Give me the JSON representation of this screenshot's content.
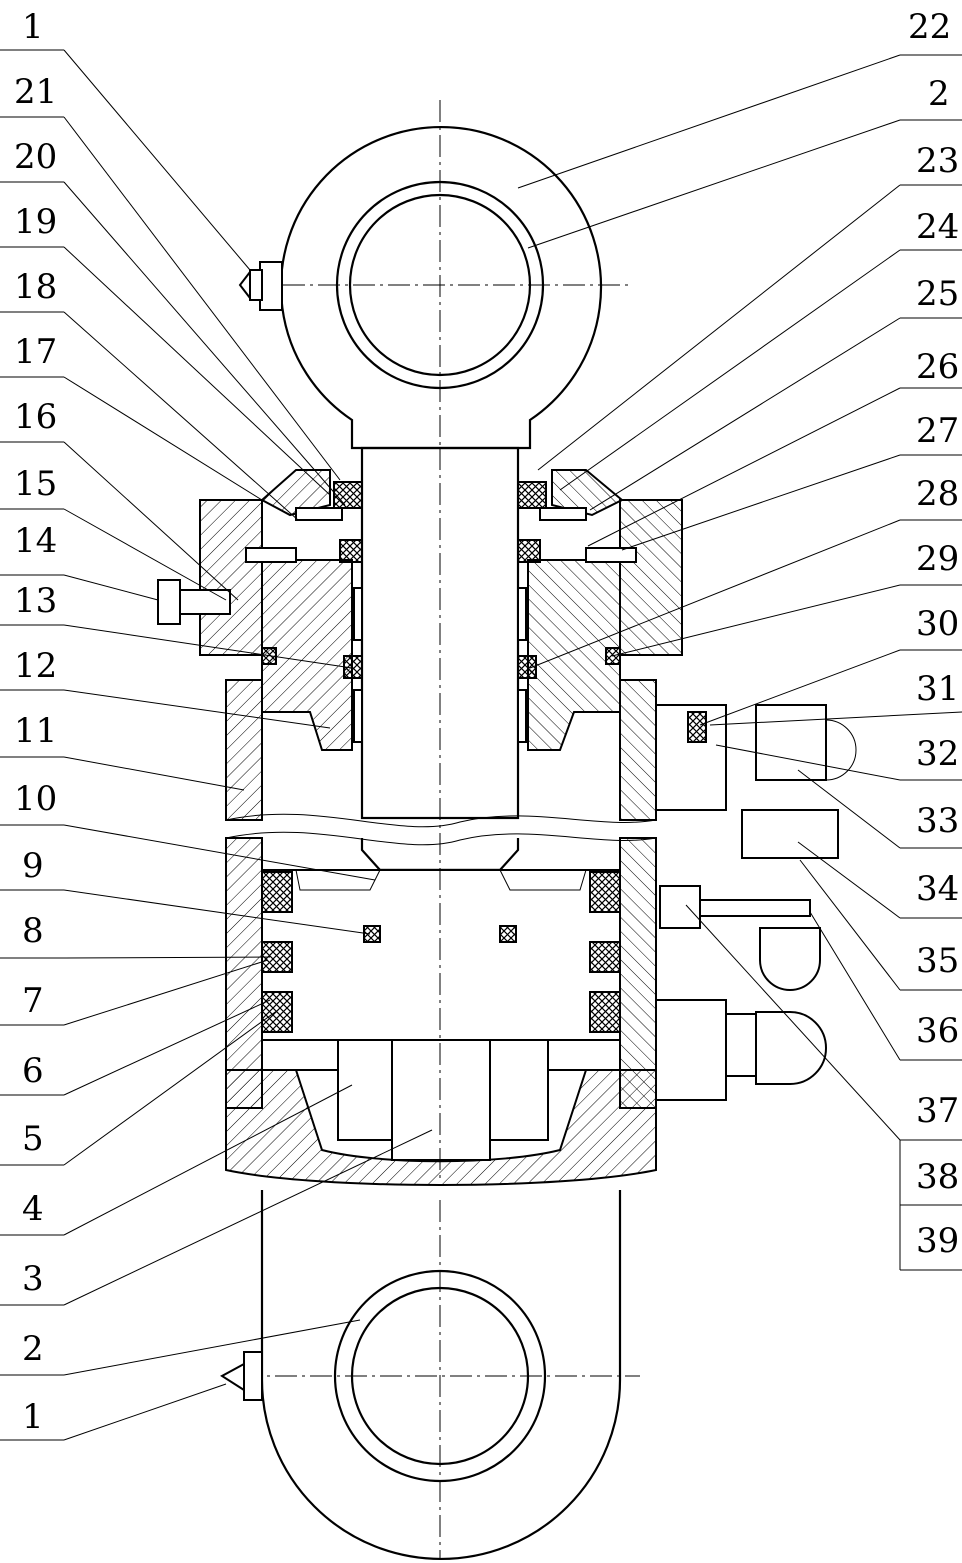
{
  "drawing": {
    "left_labels": [
      "1",
      "21",
      "20",
      "19",
      "18",
      "17",
      "16",
      "15",
      "14",
      "13",
      "12",
      "11",
      "10",
      "9",
      "8",
      "7",
      "6",
      "5",
      "4",
      "3",
      "2",
      "1"
    ],
    "right_labels": [
      "22",
      "2",
      "23",
      "24",
      "25",
      "26",
      "27",
      "28",
      "29",
      "30",
      "31",
      "32",
      "33",
      "34",
      "35",
      "36",
      "37",
      "38",
      "39"
    ]
  }
}
